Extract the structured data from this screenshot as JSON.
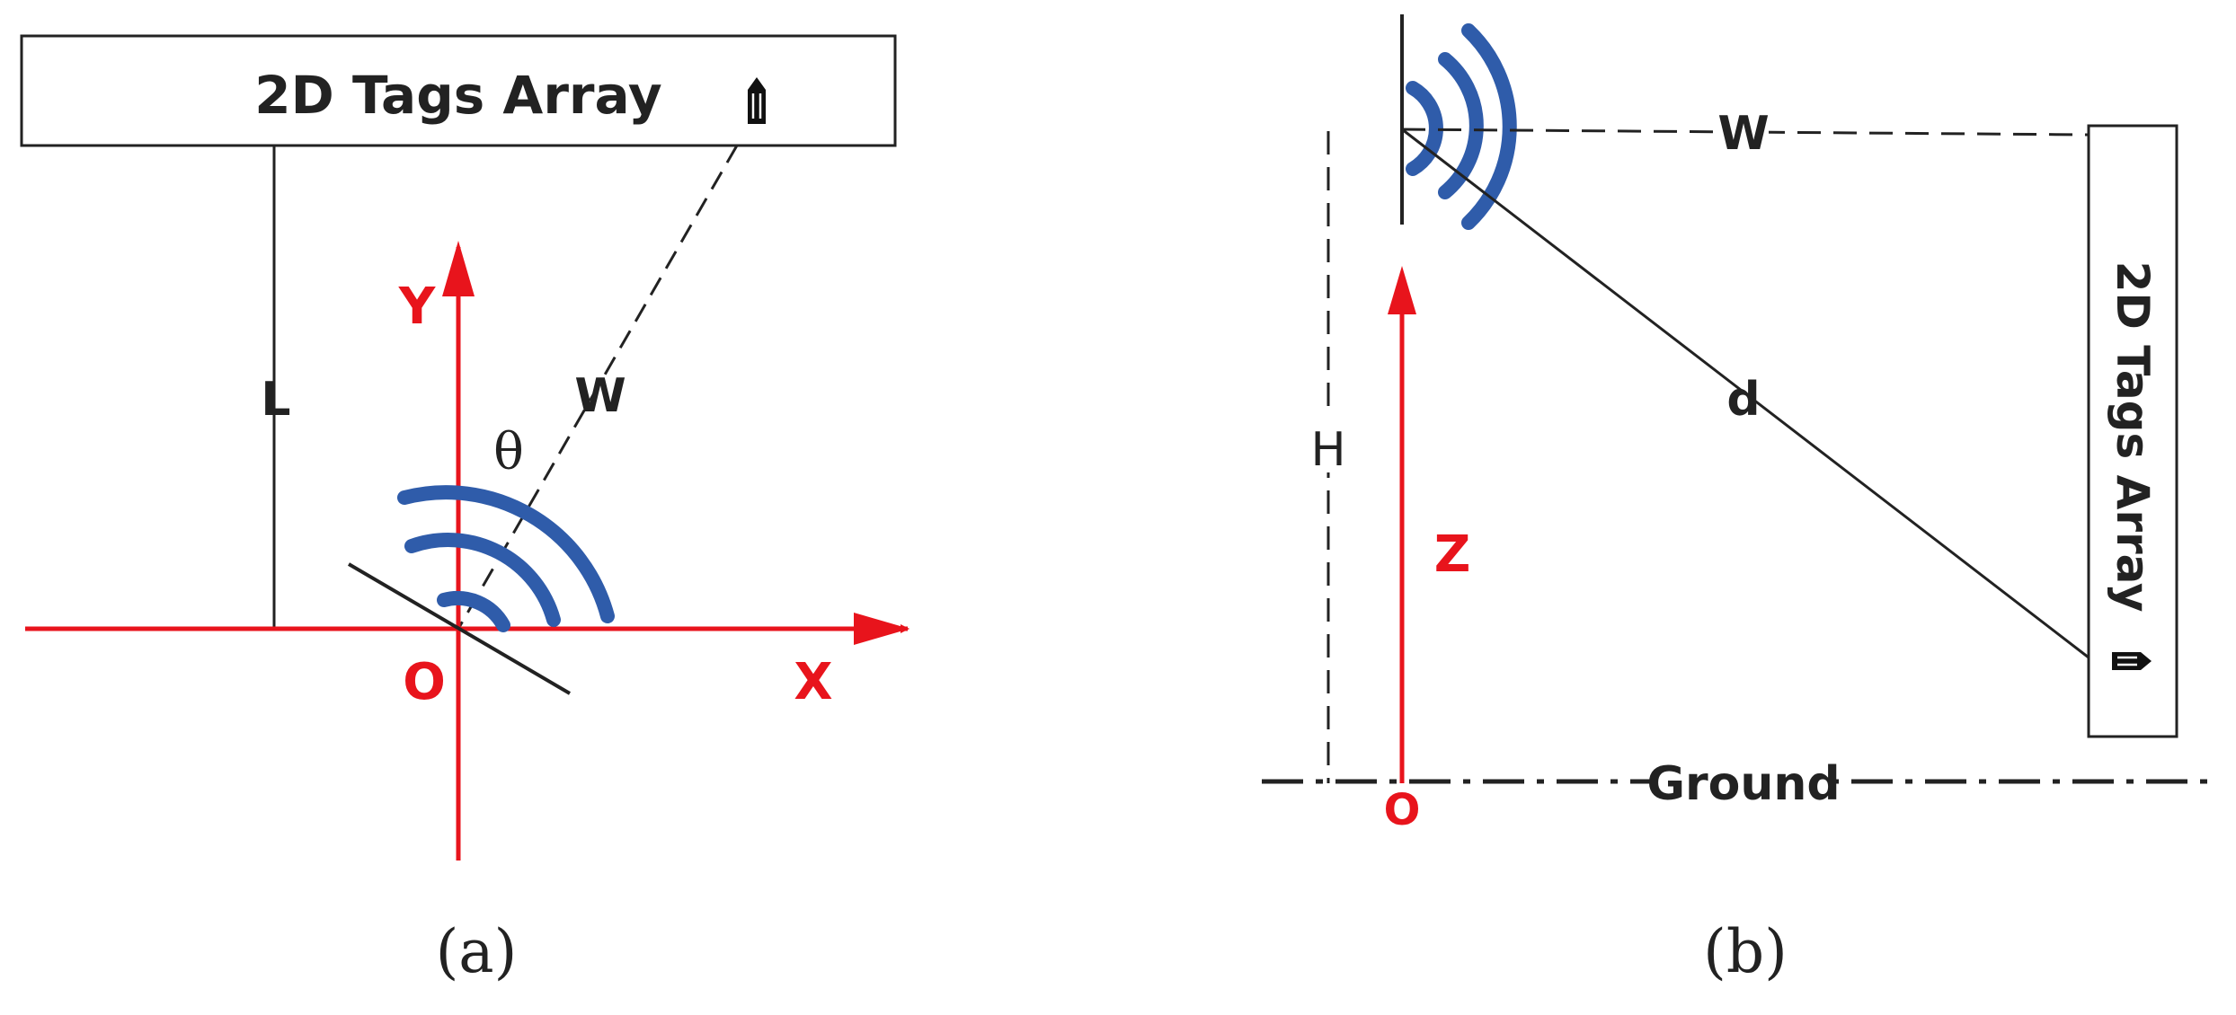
{
  "panel_a": {
    "array_label": "2D Tags Array",
    "axis_x": "X",
    "axis_y": "Y",
    "origin": "O",
    "dist_l": "L",
    "dist_w": "W",
    "angle": "θ",
    "caption": "(a)"
  },
  "panel_b": {
    "array_label": "2D Tags Array",
    "dist_w": "W",
    "dist_d": "d",
    "height_h": "H",
    "axis_z": "Z",
    "origin": "O",
    "ground": "Ground",
    "caption": "(b)"
  },
  "colors": {
    "axis": "#e8141c",
    "wave": "#2f5caa",
    "line": "#222222"
  }
}
